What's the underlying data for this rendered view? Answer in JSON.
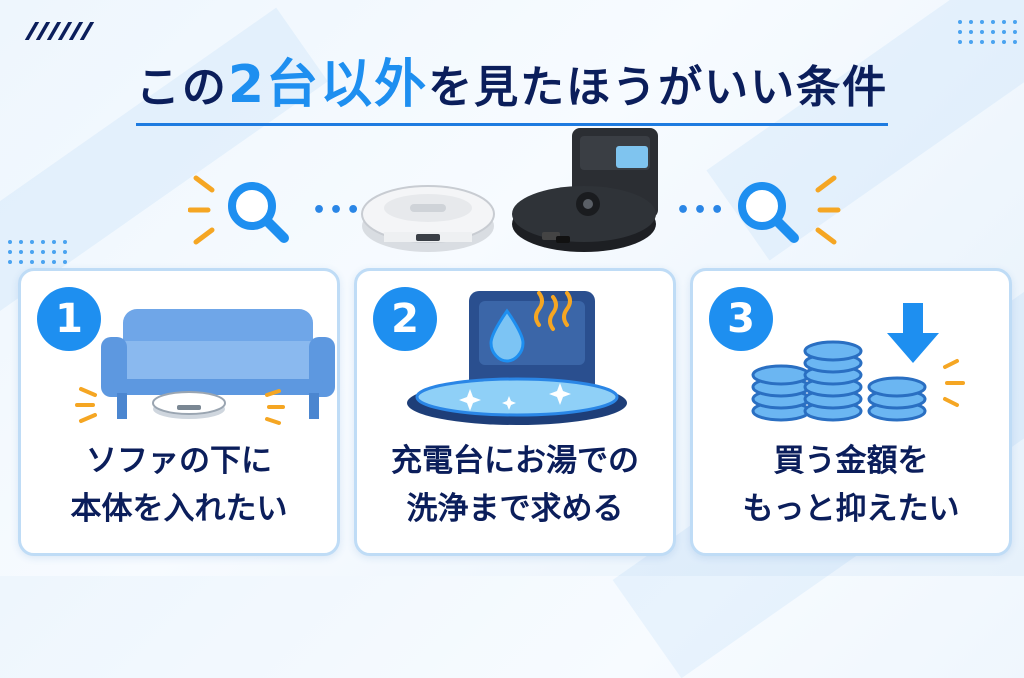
{
  "title": {
    "prefix": "この",
    "accent": "2台以外",
    "suffix": "を見たほうがいい条件"
  },
  "colors": {
    "navy": "#0b1e5b",
    "accent_blue": "#1e8ff0",
    "orange": "#f5a623"
  },
  "icons": {
    "left": "search-icon",
    "right": "search-icon"
  },
  "cards": [
    {
      "number": "1",
      "line1": "ソファの下に",
      "line2": "本体を入れたい",
      "icon": "sofa-robot-icon"
    },
    {
      "number": "2",
      "line1": "充電台にお湯での",
      "line2": "洗浄まで求める",
      "icon": "hot-water-dock-icon"
    },
    {
      "number": "3",
      "line1": "買う金額を",
      "line2": "もっと抑えたい",
      "icon": "coins-down-icon"
    }
  ]
}
